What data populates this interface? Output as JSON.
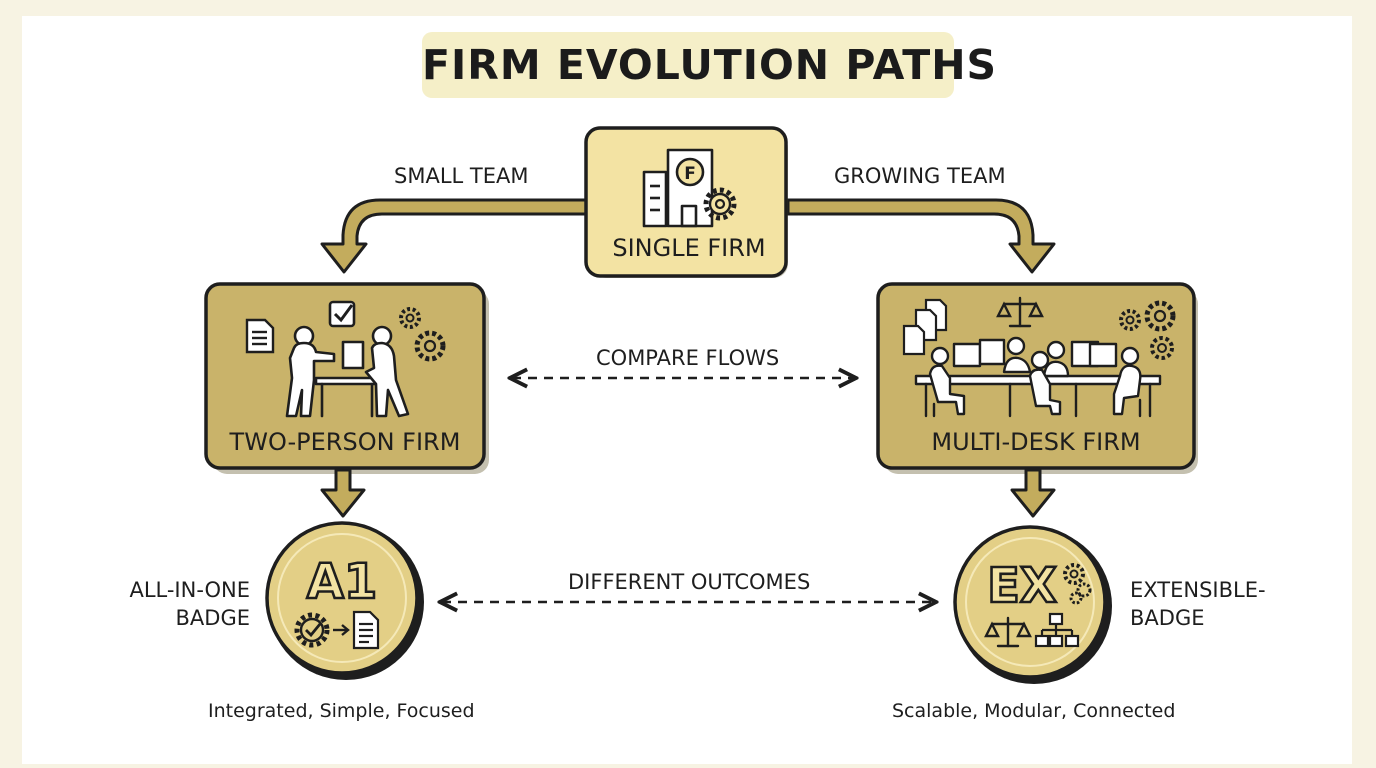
{
  "title": "FIRM EVOLUTION PATHS",
  "nodes": {
    "single": {
      "label": "SINGLE FIRM",
      "logo_letter": "F"
    },
    "two_person": {
      "label": "TWO-PERSON FIRM"
    },
    "multi_desk": {
      "label": "MULTI-DESK FIRM"
    }
  },
  "edges": {
    "small_team": "SMALL TEAM",
    "growing_team": "GROWING TEAM",
    "compare_flows": "COMPARE FLOWS",
    "different_outcomes": "DIFFERENT OUTCOMES"
  },
  "badges": {
    "all_in_one": {
      "mark": "A1",
      "side_label_line1": "ALL-IN-ONE",
      "side_label_line2": "BADGE",
      "caption": "Integrated, Simple, Focused"
    },
    "extensible": {
      "mark": "EX",
      "side_label_line1": "EXTENSIBLE-",
      "side_label_line2": "BADGE",
      "caption": "Scalable, Modular, Connected"
    }
  },
  "colors": {
    "node_fill": "#c9b36a",
    "node_light_fill": "#f3e3a3",
    "badge_fill": "#e3cf86",
    "title_bg": "#f5efc8",
    "ink": "#1e1e1e",
    "arrow_fill": "#c3ac5d"
  }
}
